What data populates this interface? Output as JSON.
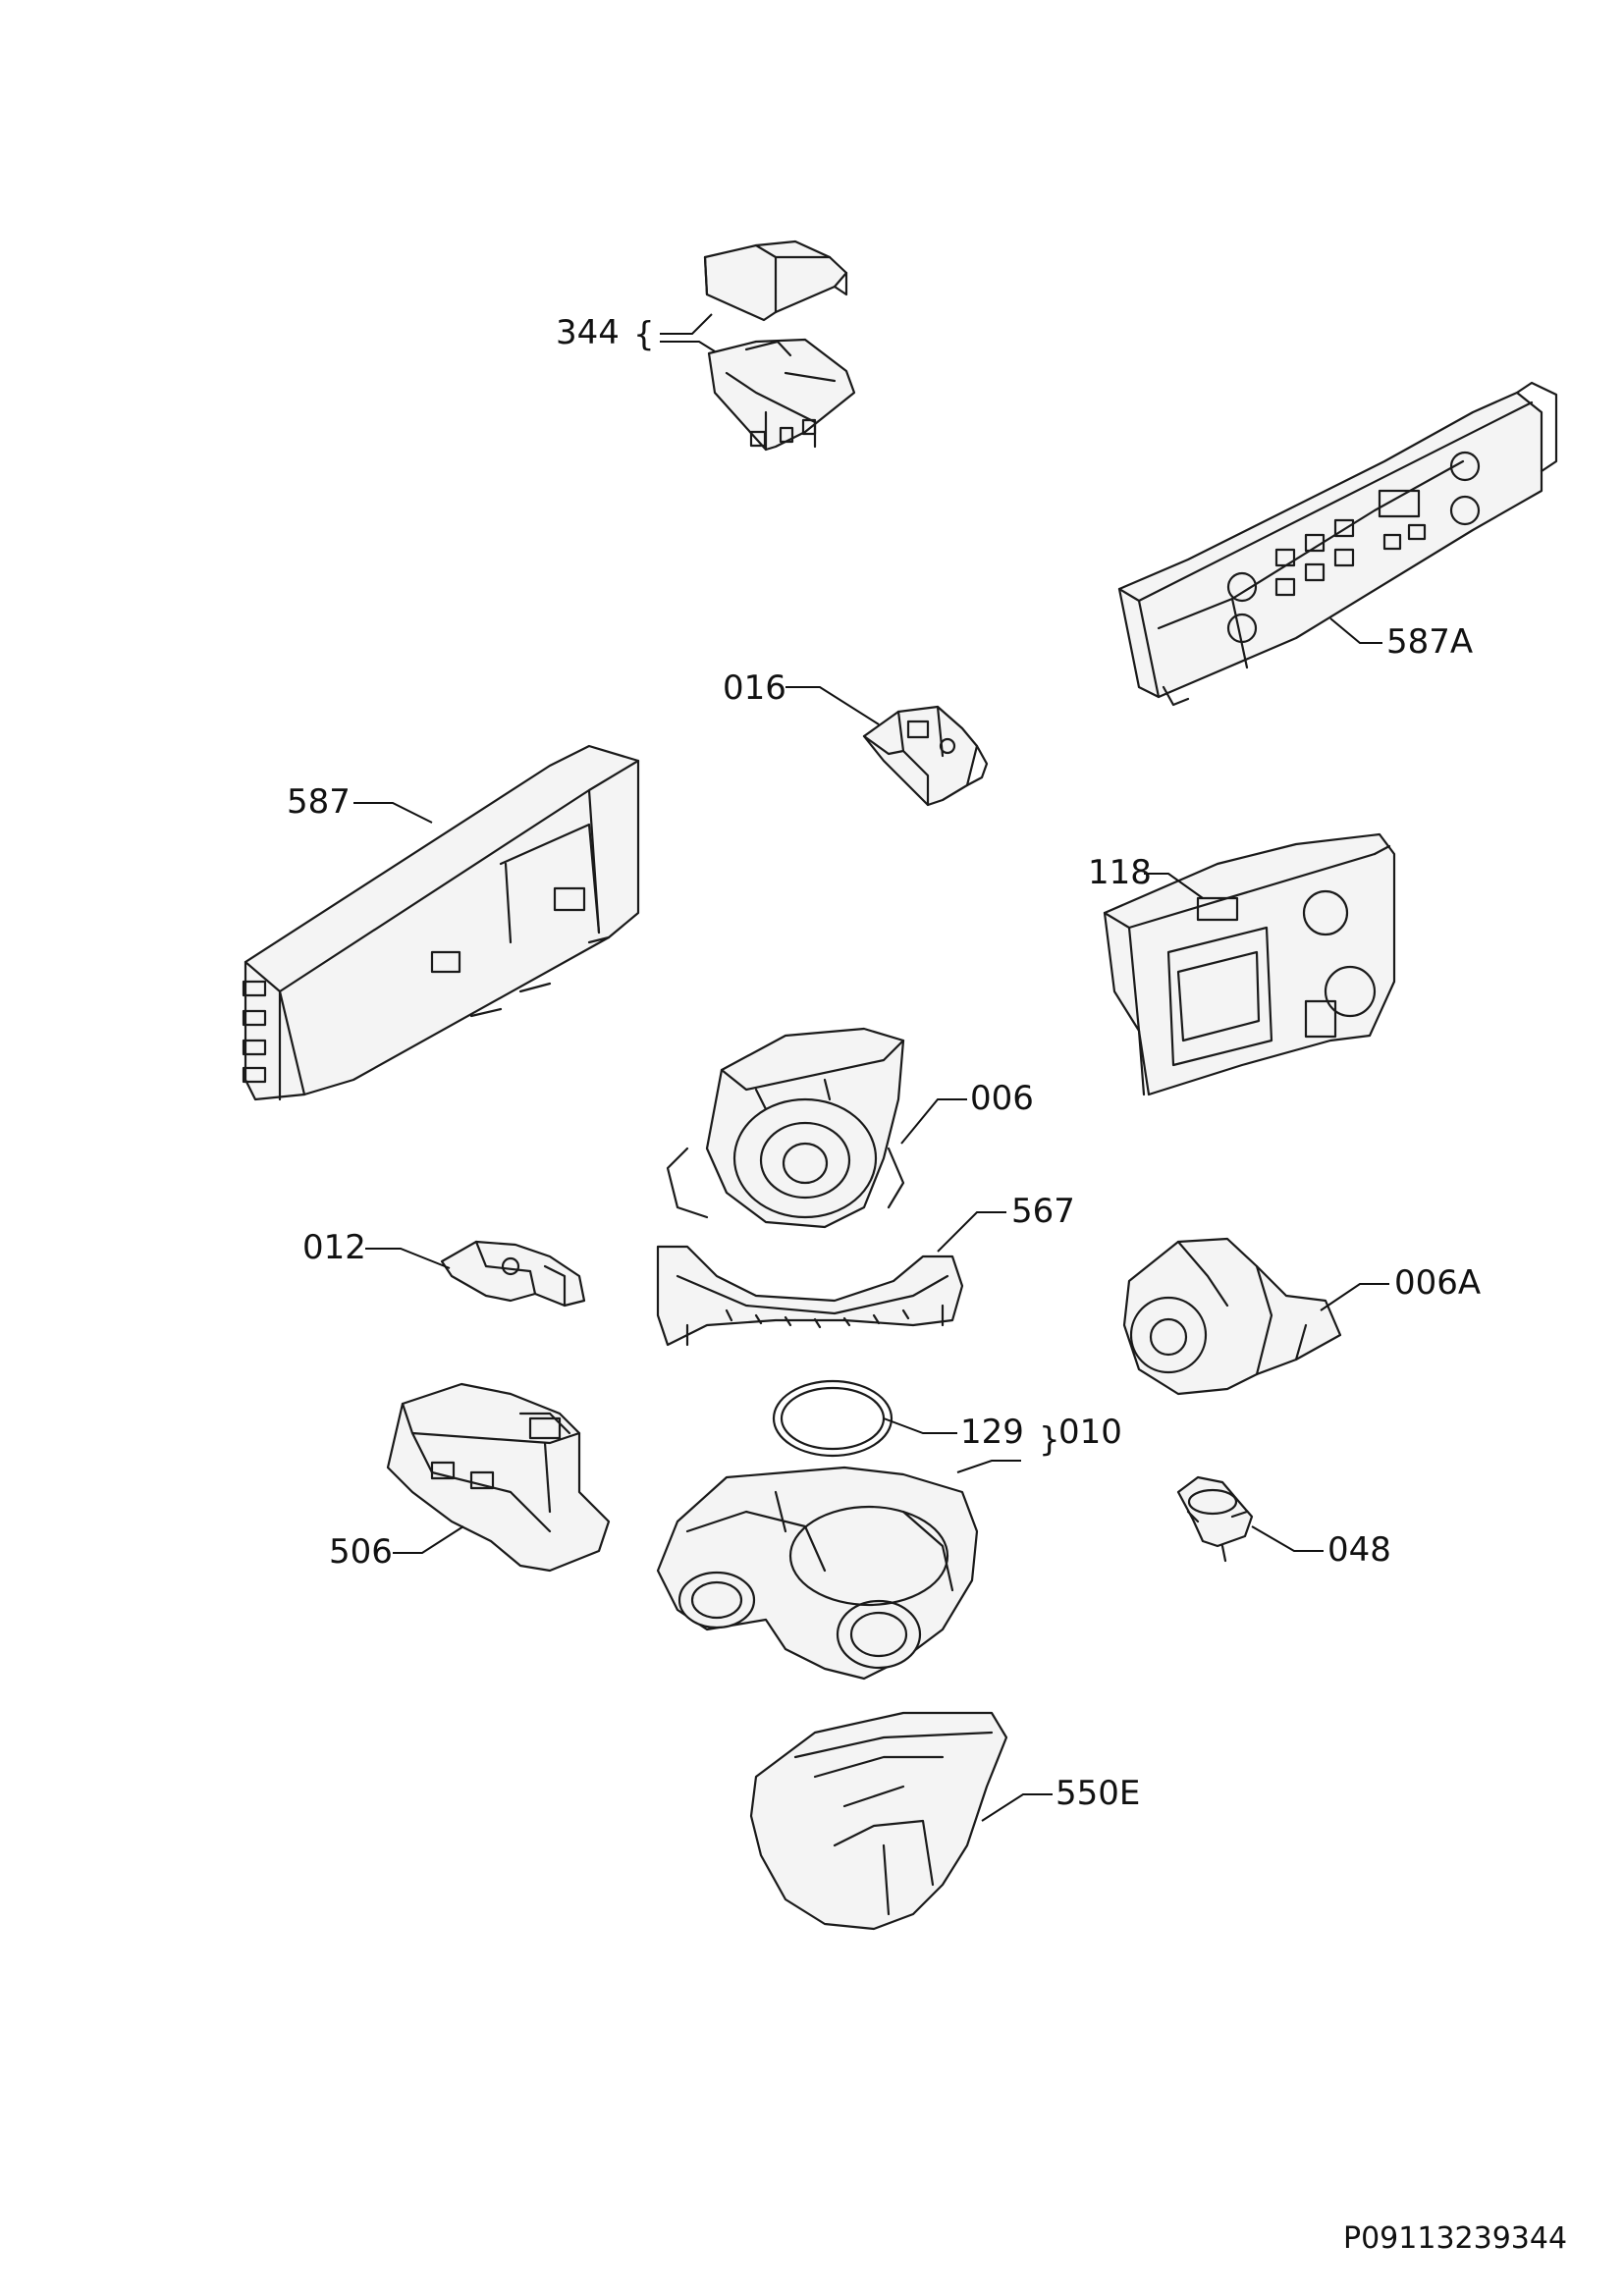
{
  "diagram": {
    "labels": {
      "p344": "344",
      "p016": "016",
      "p587A": "587A",
      "p587": "587",
      "p118": "118",
      "p006": "006",
      "p567": "567",
      "p012": "012",
      "p006A": "006A",
      "p129": "129",
      "p010": "010",
      "p506": "506",
      "p048": "048",
      "p550E": "550E"
    },
    "document_id": "P09113239344"
  }
}
